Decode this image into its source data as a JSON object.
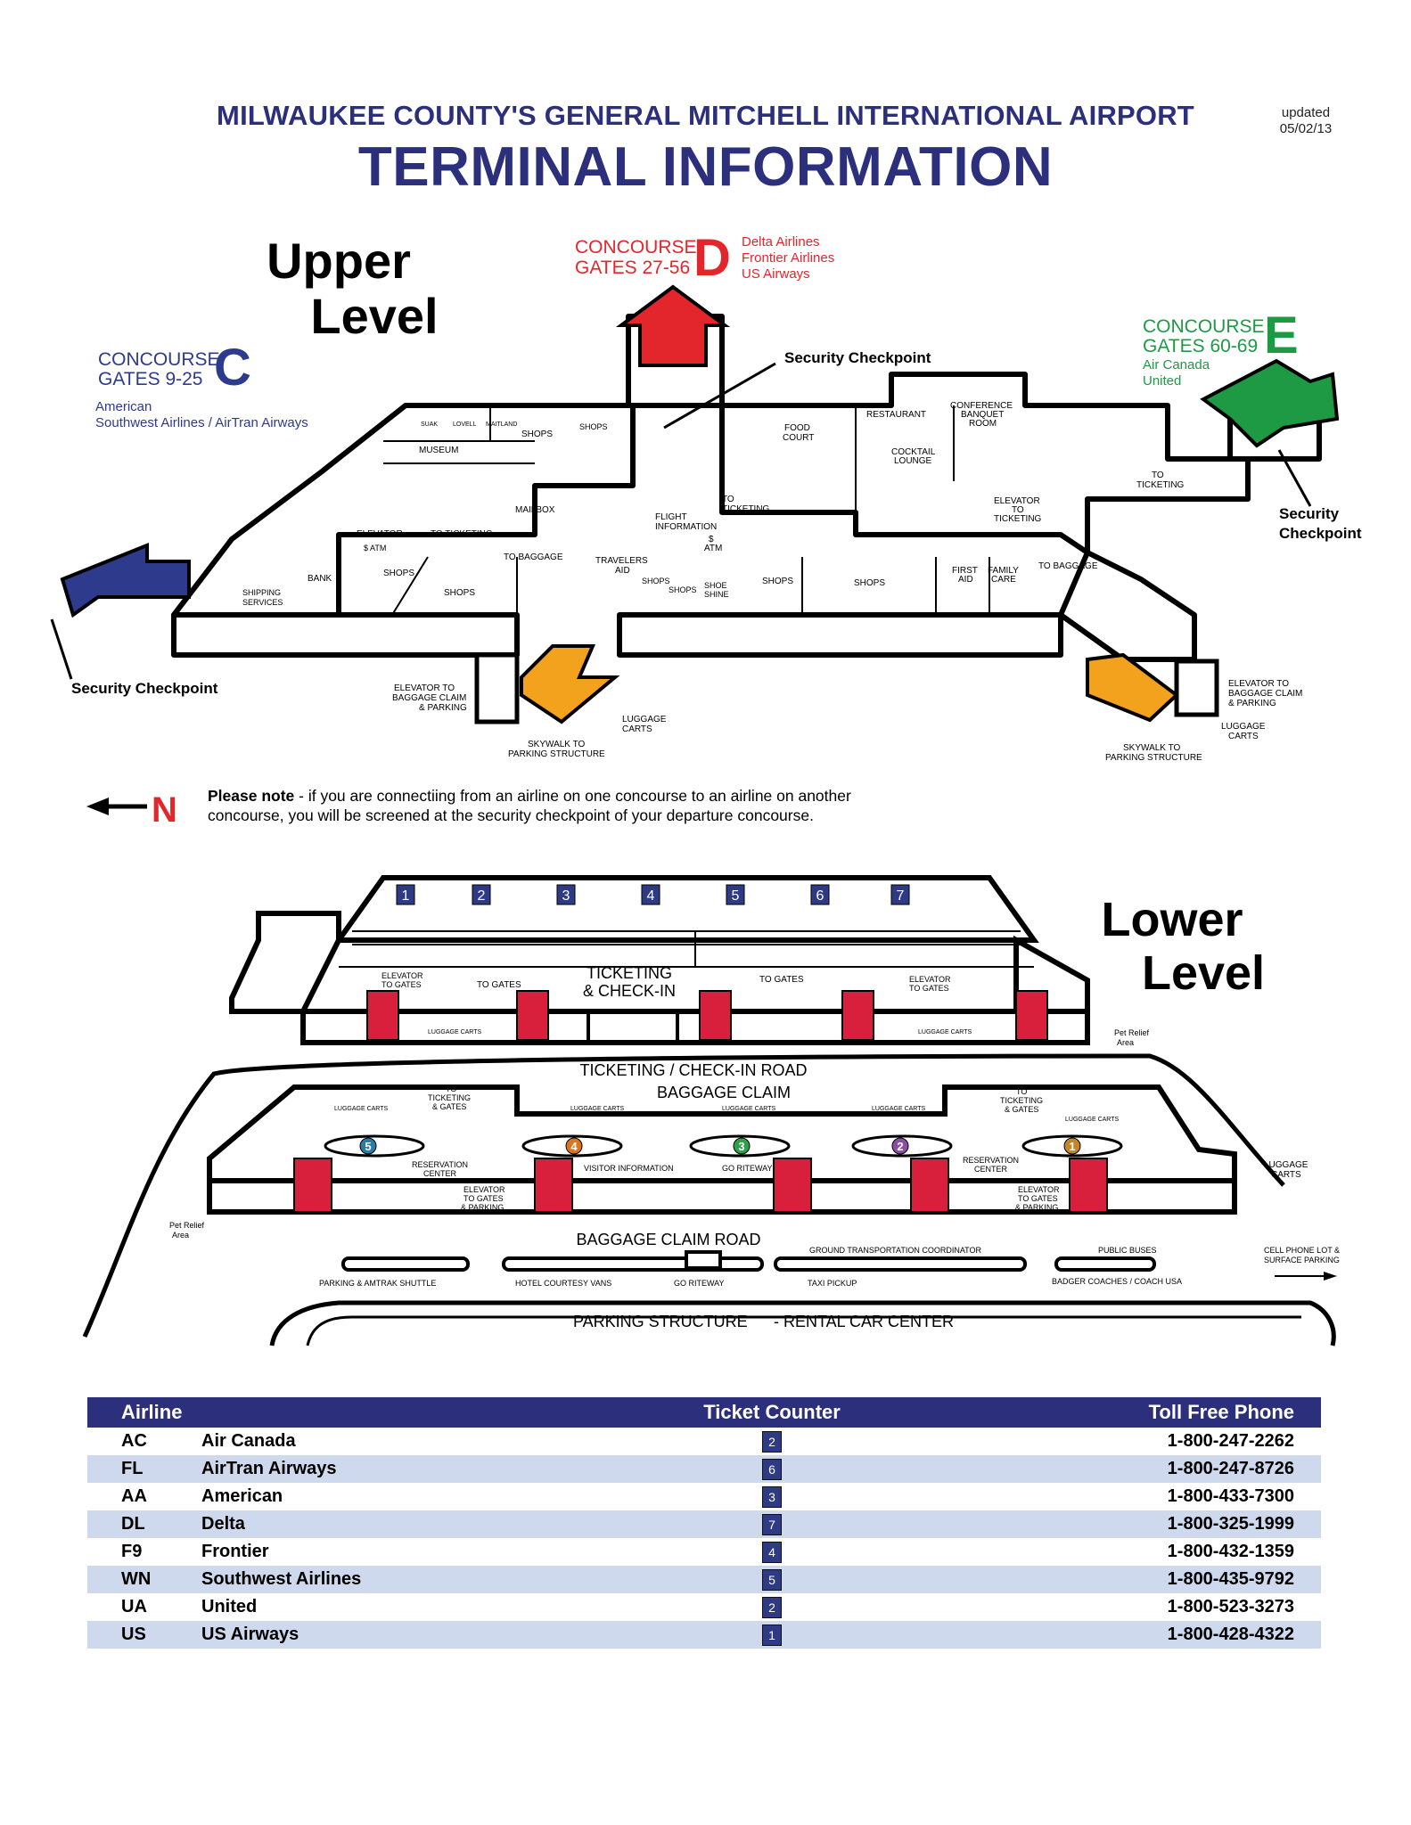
{
  "header": {
    "subtitle": "MILWAUKEE COUNTY'S GENERAL MITCHELL INTERNATIONAL AIRPORT",
    "title": "TERMINAL INFORMATION",
    "updated_label": "updated",
    "updated_date": "05/02/13"
  },
  "colors": {
    "navy": "#2c2f7c",
    "concourse_c": "#2e3a8c",
    "concourse_d": "#e3262b",
    "concourse_e": "#1e9a45",
    "skywalk": "#f2a21c",
    "stairs_red": "#d8203c",
    "table_stripe": "#cfd9ee"
  },
  "upper": {
    "title_line1": "Upper",
    "title_line2": "Level",
    "concourse_c": {
      "label": "CONCOURSE",
      "gates": "GATES 9-25",
      "letter": "C",
      "airlines": [
        "American",
        "Southwest Airlines / AirTran Airways"
      ]
    },
    "concourse_d": {
      "label": "CONCOURSE",
      "gates": "GATES 27-56",
      "letter": "D",
      "airlines": [
        "Delta Airlines",
        "Frontier Airlines",
        "US Airways"
      ]
    },
    "concourse_e": {
      "label": "CONCOURSE",
      "gates": "GATES 60-69",
      "letter": "E",
      "airlines": [
        "Air Canada",
        "United"
      ]
    },
    "security_checkpoint": "Security Checkpoint",
    "security_line1": "Security",
    "security_line2": "Checkpoint",
    "labels": {
      "shops": "SHOPS",
      "museum": "MUSEUM",
      "suak": "SUAK",
      "lovell": "LOVELL",
      "maitland": "MAITLAND",
      "elevator": "ELEVATOR",
      "to_ticketing": "TO TICKETING",
      "to": "TO",
      "ticketing": "TICKETING",
      "mailbox": "MAILBOX",
      "atm": "$ ATM",
      "atm_dollar": "$",
      "atm_word": "ATM",
      "bank": "BANK",
      "shipping": "SHIPPING",
      "services": "SERVICES",
      "to_baggage": "TO BAGGAGE",
      "travelers": "TRAVELERS",
      "aid": "AID",
      "flight": "FLIGHT",
      "information": "INFORMATION",
      "shoe": "SHOE",
      "shine": "SHINE",
      "food": "FOOD",
      "court": "COURT",
      "restaurant": "RESTAURANT",
      "conference": "CONFERENCE",
      "banquet": "BANQUET",
      "room": "ROOM",
      "cocktail": "COCKTAIL",
      "lounge": "LOUNGE",
      "first": "FIRST",
      "aid2": "AID",
      "family": "FAMILY",
      "care": "CARE",
      "elevator_to": "ELEVATOR TO",
      "baggage_claim": "BAGGAGE CLAIM",
      "and_parking": "& PARKING",
      "elevator_to_ticketing_a": "ELEVATOR",
      "elevator_to_ticketing_b": "TO",
      "elevator_to_ticketing_c": "TICKETING",
      "luggage": "LUGGAGE",
      "carts": "CARTS",
      "skywalk_to": "SKYWALK TO",
      "parking_structure": "PARKING STRUCTURE"
    }
  },
  "north": {
    "letter": "N"
  },
  "note": {
    "lead": "Please note",
    "line1": " - if you are connectiing from an airline on one concourse to an airline on another",
    "line2": "concourse, you will be screened at the security checkpoint of your departure concourse."
  },
  "lower": {
    "title_line1": "Lower",
    "title_line2": "Level",
    "ticket_counters": [
      "1",
      "2",
      "3",
      "4",
      "5",
      "6",
      "7"
    ],
    "carousels": [
      "5",
      "4",
      "3",
      "2",
      "1"
    ],
    "labels": {
      "ticketing": "TICKETING",
      "check_in": "& CHECK-IN",
      "to_gates": "TO GATES",
      "elevator": "ELEVATOR",
      "to_gates_small": "TO GATES",
      "luggage_carts": "LUGGAGE CARTS",
      "pet_relief": "Pet Relief",
      "area": "Area",
      "ticketing_road": "TICKETING / CHECK-IN ROAD",
      "baggage_claim": "BAGGAGE CLAIM",
      "to": "TO",
      "ticketing_small": "TICKETING",
      "and_gates": "& GATES",
      "reservation": "RESERVATION",
      "center": "CENTER",
      "visitor_information": "VISITOR INFORMATION",
      "go_riteway": "GO RITEWAY",
      "elevator2": "ELEVATOR",
      "to_gates2": "TO GATES",
      "and_parking": "& PARKING",
      "luggage": "LUGGAGE",
      "carts": "CARTS",
      "baggage_claim_road": "BAGGAGE CLAIM ROAD",
      "ground_transport": "GROUND TRANSPORTATION COORDINATOR",
      "public_buses": "PUBLIC BUSES",
      "cell_phone": "CELL PHONE LOT &",
      "surface_parking": "SURFACE PARKING",
      "parking_amtrak": "PARKING & AMTRAK SHUTTLE",
      "hotel_vans": "HOTEL COURTESY  VANS",
      "go_riteway2": "GO RITEWAY",
      "taxi": "TAXI PICKUP",
      "badger": "BADGER COACHES / COACH USA",
      "parking_structure": "PARKING STRUCTURE",
      "rental": "- RENTAL CAR CENTER"
    }
  },
  "table": {
    "headers": {
      "airline": "Airline",
      "counter": "Ticket Counter",
      "phone": "Toll Free Phone"
    },
    "rows": [
      {
        "code": "AC",
        "name": "Air Canada",
        "counter": "2",
        "phone": "1-800-247-2262"
      },
      {
        "code": "FL",
        "name": "AirTran Airways",
        "counter": "6",
        "phone": "1-800-247-8726"
      },
      {
        "code": "AA",
        "name": "American",
        "counter": "3",
        "phone": "1-800-433-7300"
      },
      {
        "code": "DL",
        "name": "Delta",
        "counter": "7",
        "phone": "1-800-325-1999"
      },
      {
        "code": "F9",
        "name": "Frontier",
        "counter": "4",
        "phone": "1-800-432-1359"
      },
      {
        "code": "WN",
        "name": "Southwest Airlines",
        "counter": "5",
        "phone": "1-800-435-9792"
      },
      {
        "code": "UA",
        "name": "United",
        "counter": "2",
        "phone": "1-800-523-3273"
      },
      {
        "code": "US",
        "name": "US Airways",
        "counter": "1",
        "phone": "1-800-428-4322"
      }
    ]
  }
}
